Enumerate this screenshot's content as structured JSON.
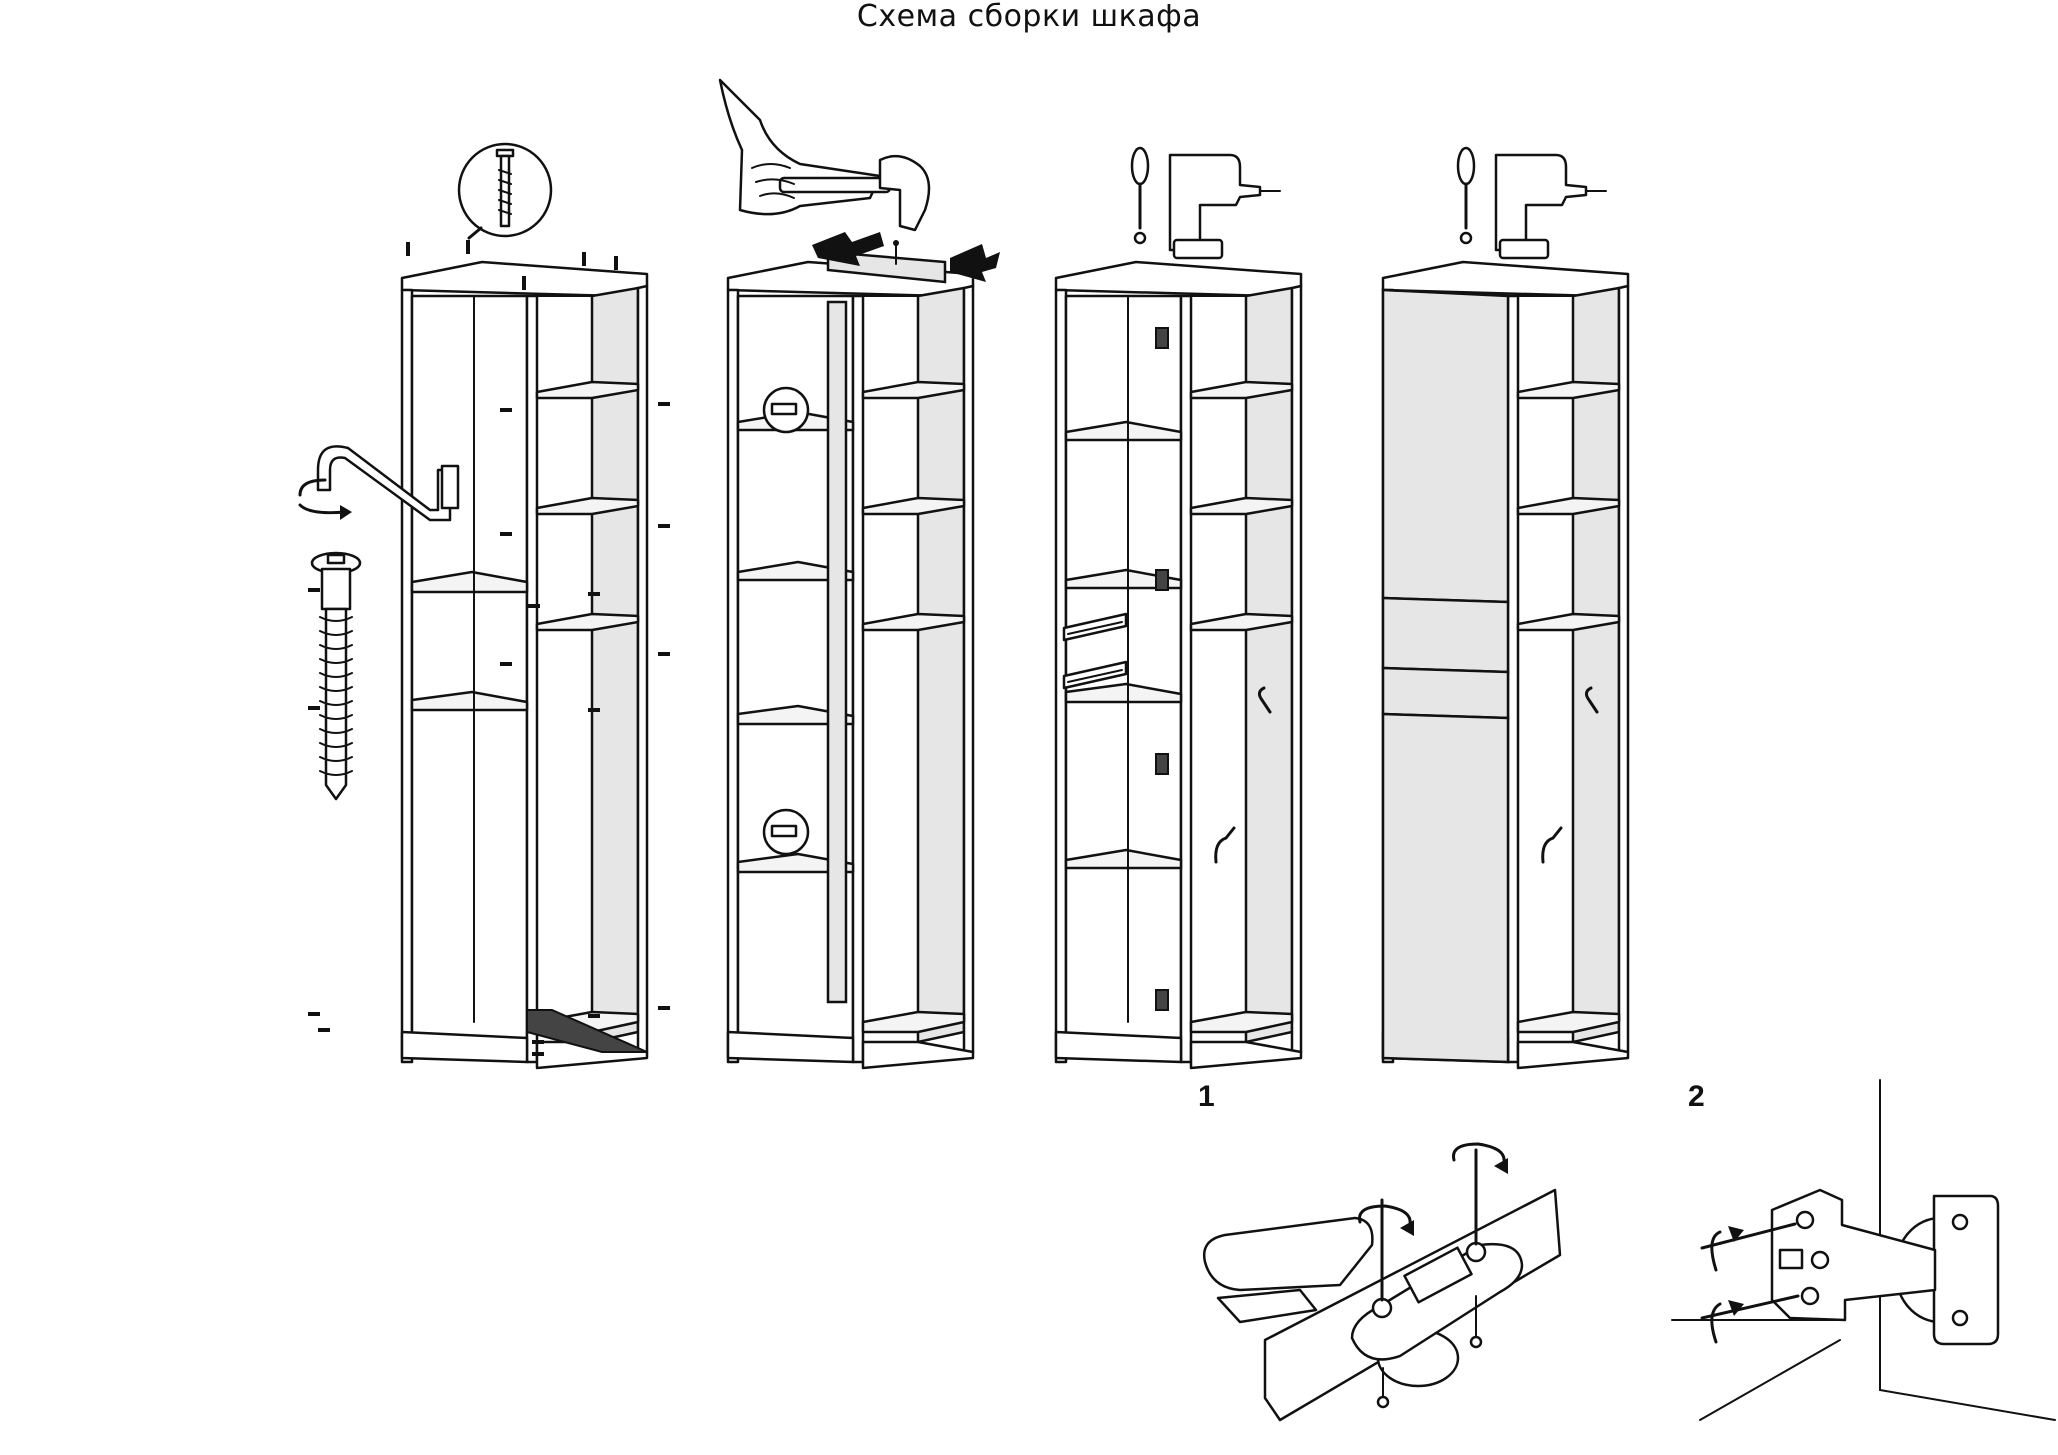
{
  "title": "Схема сборки шкафа",
  "steps": [
    {
      "label": "1"
    },
    {
      "label": "2"
    }
  ],
  "icons": {
    "screw_detail": "screw-icon",
    "hex_key": "hex-key-icon",
    "confirmat_screw": "confirmat-screw-icon",
    "hand_hammer": "hammer-icon",
    "screwdriver": "screwdriver-icon",
    "drill": "drill-icon",
    "hinge": "hinge-icon"
  },
  "colors": {
    "line": "#111111",
    "panel_fill": "#e6e6e6",
    "background": "#ffffff"
  }
}
